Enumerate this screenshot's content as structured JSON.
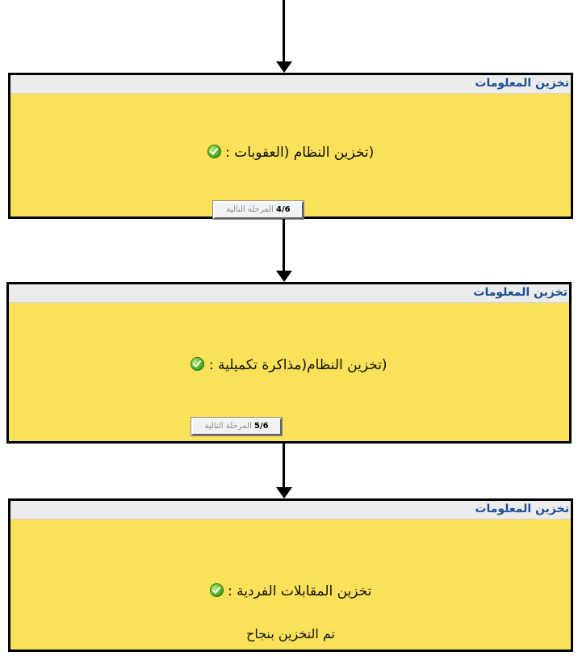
{
  "panels": [
    {
      "header": "تخزين المعلومات",
      "status_text": "(تخزين النظام (العقوبات :",
      "status_icon": "check-circle-icon",
      "button": {
        "label": "المرحلة التالية",
        "step": "4/6"
      }
    },
    {
      "header": "تخزين المعلومات",
      "status_text": "(تخزين النظام(مذاكرة تكميلية :",
      "status_icon": "check-circle-icon",
      "button": {
        "label": "المرحلة التالية",
        "step": "5/6"
      }
    },
    {
      "header": "تخزين المعلومات",
      "status_text": "تخزين المقابلات الفردية :",
      "status_icon": "check-circle-icon",
      "completion_text": "تم التخزين بنجاح"
    }
  ],
  "colors": {
    "panel_background": "#fae15a",
    "header_background": "#ececec",
    "header_text": "#1f4e96",
    "success_icon": "#3f9e18"
  }
}
